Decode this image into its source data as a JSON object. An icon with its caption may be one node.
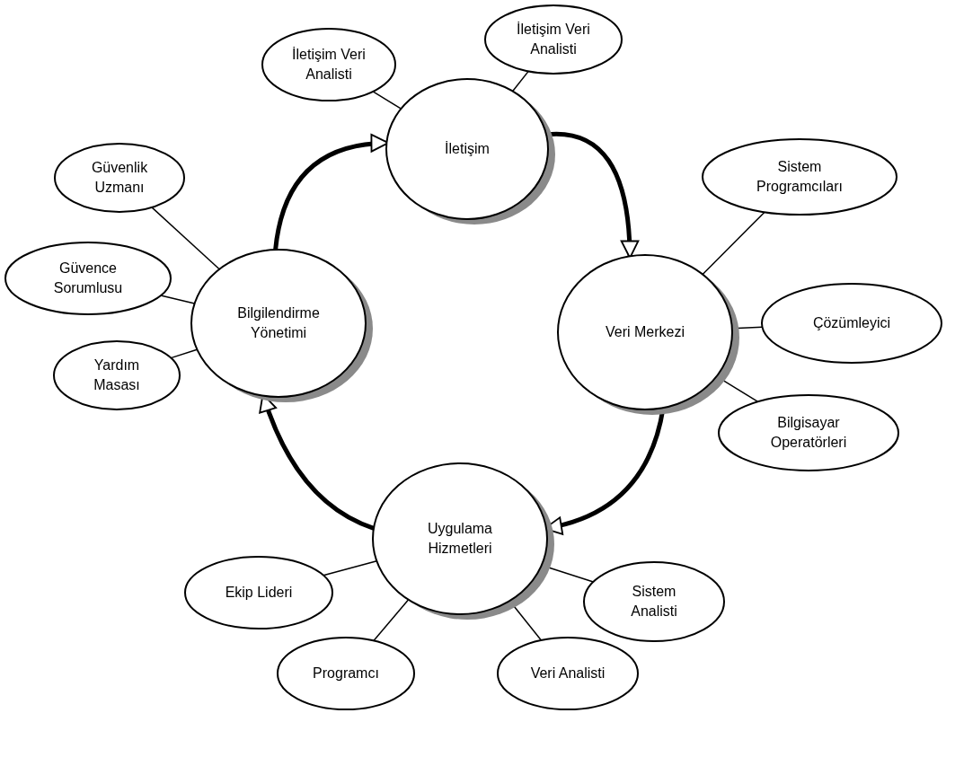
{
  "diagram": {
    "nodes": [
      {
        "text": [
          "İletişim Veri Analisti"
        ]
      },
      {
        "text": [
          "İletişim Veri Analisti"
        ]
      },
      {
        "text": [
          "İletişim"
        ]
      },
      {
        "text": [
          "Güvenlik Uzmanı"
        ]
      },
      {
        "text": [
          "Sistem Programcıları"
        ]
      },
      {
        "text": [
          "Güvence Sorumlusu"
        ]
      },
      {
        "text": [
          "Bilgilendirme Yönetimi"
        ]
      },
      {
        "text": [
          "Veri Merkezi"
        ]
      },
      {
        "text": [
          "Çözümleyici"
        ]
      },
      {
        "text": [
          "Yardım Masası"
        ]
      },
      {
        "text": [
          "Bilgisayar Operatörleri"
        ]
      },
      {
        "text": [
          "Uygulama Hizmetleri"
        ]
      },
      {
        "text": [
          "Ekip Lideri"
        ]
      },
      {
        "text": [
          "Sistem Analisti"
        ]
      },
      {
        "text": [
          "Programcı"
        ]
      },
      {
        "text": [
          "Veri Analisti"
        ]
      }
    ],
    "edges": [
      {
        "from": 2,
        "to": 0,
        "arrow": "none"
      },
      {
        "from": 2,
        "to": 1,
        "arrow": "none"
      },
      {
        "from": 6,
        "to": 3,
        "arrow": "none"
      },
      {
        "from": 6,
        "to": 5,
        "arrow": "none"
      },
      {
        "from": 6,
        "to": 9,
        "arrow": "none"
      },
      {
        "from": 7,
        "to": 4,
        "arrow": "none"
      },
      {
        "from": 7,
        "to": 8,
        "arrow": "none"
      },
      {
        "from": 7,
        "to": 10,
        "arrow": "none"
      },
      {
        "from": 11,
        "to": 12,
        "arrow": "none"
      },
      {
        "from": 11,
        "to": 14,
        "arrow": "none"
      },
      {
        "from": 11,
        "to": 15,
        "arrow": "none"
      },
      {
        "from": 11,
        "to": 13,
        "arrow": "none"
      },
      {
        "from": 6,
        "to": 2,
        "arrow": "to",
        "style": "thick"
      },
      {
        "from": 2,
        "to": 7,
        "arrow": "to",
        "style": "thick"
      },
      {
        "from": 7,
        "to": 11,
        "arrow": "to",
        "style": "thick"
      },
      {
        "from": 11,
        "to": 6,
        "arrow": "to",
        "style": "thick"
      }
    ]
  }
}
